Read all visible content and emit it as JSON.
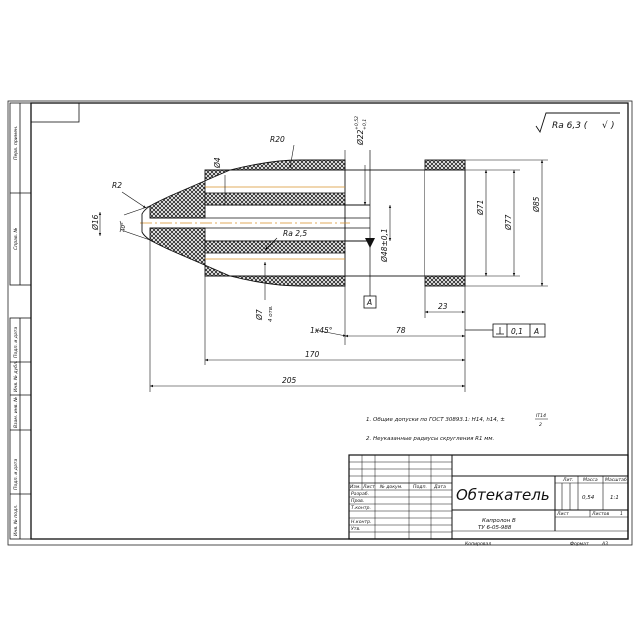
{
  "roughness": {
    "value": "Ra 6,3 (",
    "check": "√",
    "close": ")"
  },
  "dimensions": {
    "radius_tip": "R2",
    "radius_body": "R20",
    "radius_inner": "Ra 2,5",
    "hole_d4": "Ø4",
    "tip_d16": "Ø16",
    "angle_40": "40°",
    "bore_d22": "Ø22",
    "bore_d22_tol": "+0,52",
    "bore_d22_tol2": "+0,1",
    "axis_d48": "Ø48±0,1",
    "d71": "Ø71",
    "d77": "Ø77",
    "d85": "Ø85",
    "holes_d7": "Ø7",
    "holes_count": "4 отв.",
    "chamfer": "1х45°",
    "len_78": "78",
    "len_23": "23",
    "len_170": "170",
    "len_205": "205",
    "datum": "A",
    "tol_value": "0,1",
    "tol_datum": "A"
  },
  "notes": {
    "note1": "1. Общие допуски по ГОСТ 30893.1: H14, h14, ±",
    "note1_frac_num": "IT14",
    "note1_frac_den": "2",
    "note2": "2. Неуказанные радиусы скругления R1 мм."
  },
  "side_stamp": [
    "Перв. примен.",
    "Справ. №",
    "Подп. и дата",
    "Инв. № дубл.",
    "Взам. инв. №",
    "Подп. и дата",
    "Инв. № подл."
  ],
  "title_block": {
    "part_name": "Обтекатель",
    "material_line1": "Капролон В",
    "material_line2": "ТУ 6-05-988",
    "col_lit": "Лит.",
    "col_mass": "Масса",
    "col_scale": "Масштаб",
    "mass": "0,54",
    "scale": "1:1",
    "sheet_label": "Лист",
    "sheets_label": "Листов",
    "sheets_count": "1",
    "rows": [
      "Изм.",
      "Лист",
      "№ докум.",
      "Подп.",
      "Дата"
    ],
    "roles": [
      "Разраб.",
      "Пров.",
      "Т.контр.",
      "",
      "Н.контр.",
      "Утв."
    ],
    "copied": "Копировал",
    "format": "Формат",
    "format_value": "A3"
  }
}
